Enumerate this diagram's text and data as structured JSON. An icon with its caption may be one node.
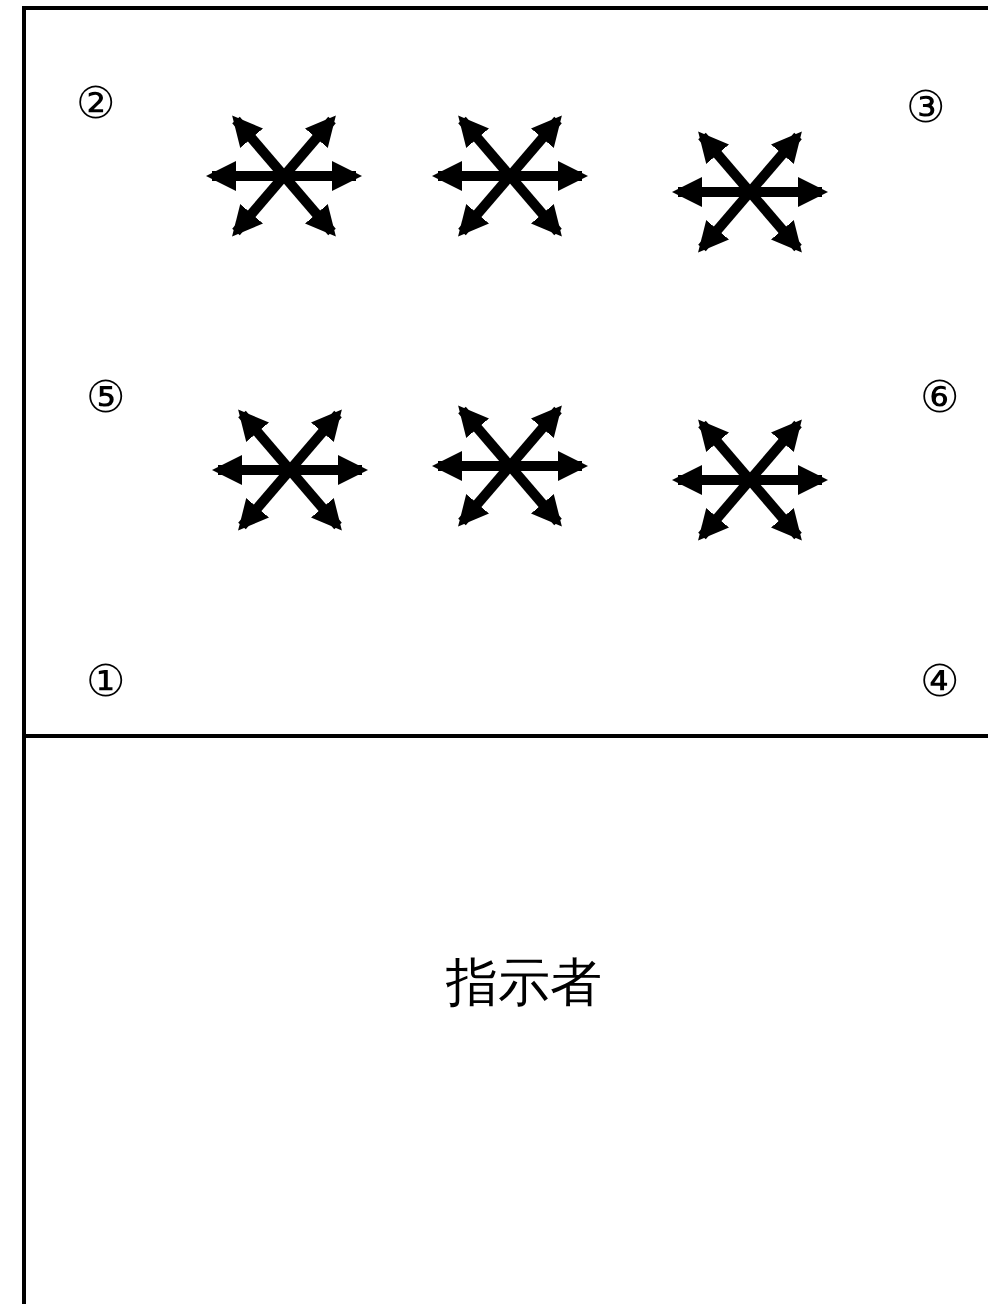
{
  "diagram": {
    "labels": [
      "②",
      "③",
      "⑤",
      "⑥",
      "①",
      "④",
      "指示者"
    ]
  }
}
